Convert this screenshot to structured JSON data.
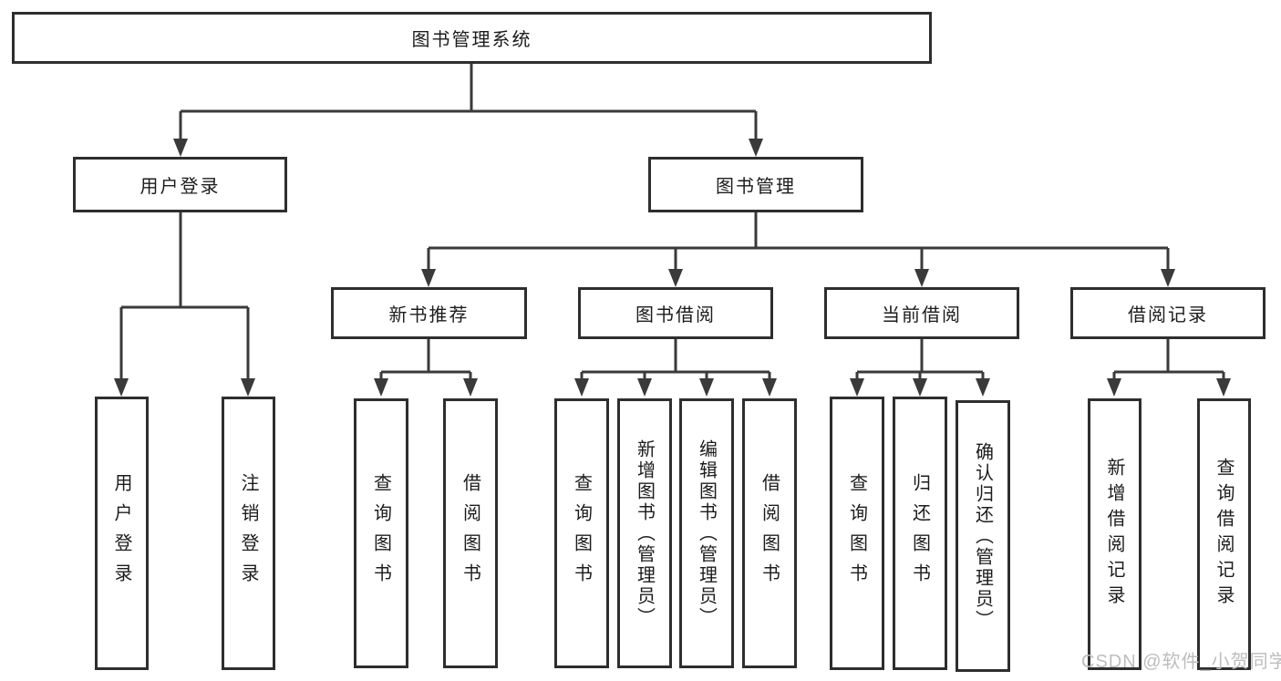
{
  "watermark": "CSDN @软件_小贺同学",
  "colors": {
    "background": "#ffffff",
    "line": "#3a3a3a",
    "box_border": "#2e2e2e",
    "text": "#1c1c1c",
    "watermark": "#bdbdbd"
  },
  "nodes": {
    "root": {
      "label": "图书管理系统"
    },
    "user": {
      "label": "用户登录",
      "children": [
        "用户登录",
        "注销登录"
      ]
    },
    "mgmt": {
      "label": "图书管理"
    },
    "recommend": {
      "label": "新书推荐",
      "children": [
        "查询图书",
        "借阅图书"
      ]
    },
    "borrow": {
      "label": "图书借阅",
      "children": [
        "查询图书",
        "新增图书（管理员）",
        "编辑图书（管理员）",
        "借阅图书"
      ]
    },
    "current": {
      "label": "当前借阅",
      "children": [
        "查询图书",
        "归还图书",
        "确认归还（管理员）"
      ]
    },
    "records": {
      "label": "借阅记录",
      "children": [
        "新增借阅记录",
        "查询借阅记录"
      ]
    }
  }
}
